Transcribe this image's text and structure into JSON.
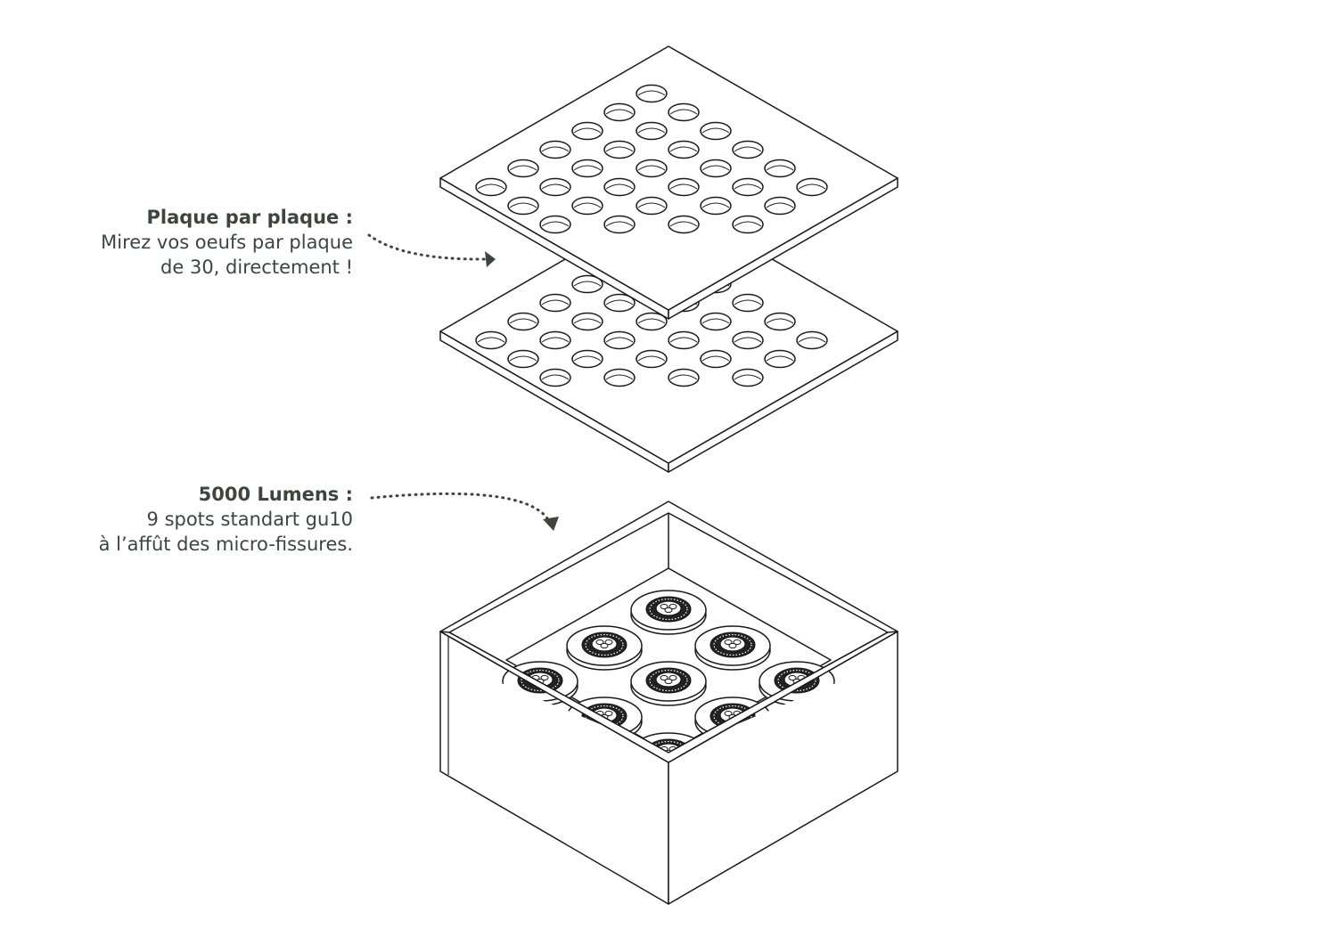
{
  "callouts": {
    "plate": {
      "title": "Plaque par plaque :",
      "line1": "Mirez vos oeufs par plaque",
      "line2": "de 30, directement !"
    },
    "box": {
      "title": "5000 Lumens :",
      "line1": "9 spots standart gu10",
      "line2": "à l’affût des micro-fissures."
    }
  },
  "colors": {
    "text": "#3f4441",
    "line": "#1a1a1a",
    "fill": "#ffffff"
  },
  "diagram": {
    "plate_count": 2,
    "holes_per_plate": 30,
    "spot_count": 9
  }
}
